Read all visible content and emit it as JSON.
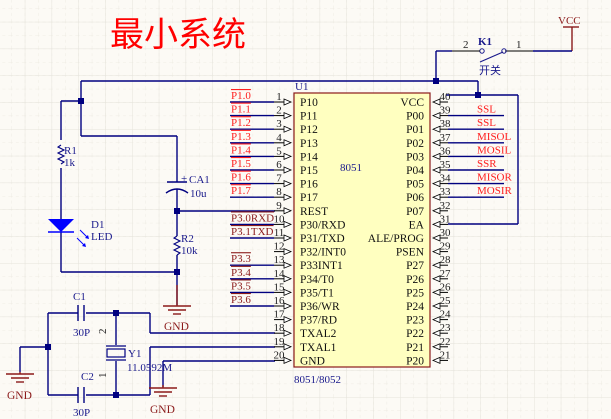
{
  "title": "最小系统",
  "colors": {
    "background": "#fcfaf5",
    "grid": "#e6e4dc",
    "wire": "#000080",
    "net_label": "#ff2020",
    "net_label_dark": "#8b1a1a",
    "chip_fill": "#ffffc0",
    "chip_border": "#8b1a1a",
    "title": "#ff0000"
  },
  "power": {
    "vcc_label": "VCC",
    "gnd_label": "GND"
  },
  "switch": {
    "designator": "K1",
    "name": "开关",
    "pin_left": "2",
    "pin_right": "1"
  },
  "chip": {
    "designator": "U1",
    "center_label": "8051",
    "part_name": "8051/8052",
    "left_pins": [
      {
        "num": "1",
        "name": "P10",
        "net": "P1.0"
      },
      {
        "num": "2",
        "name": "P11",
        "net": "P1.1"
      },
      {
        "num": "3",
        "name": "P12",
        "net": "P1.2"
      },
      {
        "num": "4",
        "name": "P13",
        "net": "P1.3"
      },
      {
        "num": "5",
        "name": "P14",
        "net": "P1.4"
      },
      {
        "num": "6",
        "name": "P15",
        "net": "P1.5"
      },
      {
        "num": "7",
        "name": "P16",
        "net": "P1.6"
      },
      {
        "num": "8",
        "name": "P17",
        "net": "P1.7"
      },
      {
        "num": "9",
        "name": "REST",
        "net": ""
      },
      {
        "num": "10",
        "name": "P30/RXD",
        "net": "P3.0RXD"
      },
      {
        "num": "11",
        "name": "P31/TXD",
        "net": "P3.1TXD"
      },
      {
        "num": "12",
        "name": "P32/INT0",
        "net": ""
      },
      {
        "num": "13",
        "name": "P33INT1",
        "net": "P3.3"
      },
      {
        "num": "14",
        "name": "P34/T0",
        "net": "P3.4"
      },
      {
        "num": "15",
        "name": "P35/T1",
        "net": "P3.5"
      },
      {
        "num": "16",
        "name": "P36/WR",
        "net": "P3.6"
      },
      {
        "num": "17",
        "name": "P37/RD",
        "net": ""
      },
      {
        "num": "18",
        "name": "TXAL2",
        "net": ""
      },
      {
        "num": "19",
        "name": "TXAL1",
        "net": ""
      },
      {
        "num": "20",
        "name": "GND",
        "net": ""
      }
    ],
    "right_pins": [
      {
        "num": "40",
        "name": "VCC",
        "net": ""
      },
      {
        "num": "39",
        "name": "P00",
        "net": "SSL"
      },
      {
        "num": "38",
        "name": "P01",
        "net": "SSL"
      },
      {
        "num": "37",
        "name": "P02",
        "net": "MISOL"
      },
      {
        "num": "36",
        "name": "P03",
        "net": "MOSIL"
      },
      {
        "num": "35",
        "name": "P04",
        "net": "SSR"
      },
      {
        "num": "34",
        "name": "P05",
        "net": "MISOR"
      },
      {
        "num": "33",
        "name": "P06",
        "net": "MOSIR"
      },
      {
        "num": "32",
        "name": "P07",
        "net": ""
      },
      {
        "num": "31",
        "name": "EA",
        "net": ""
      },
      {
        "num": "30",
        "name": "ALE/PROG",
        "net": ""
      },
      {
        "num": "29",
        "name": "PSEN",
        "net": ""
      },
      {
        "num": "28",
        "name": "P27",
        "net": ""
      },
      {
        "num": "27",
        "name": "P26",
        "net": ""
      },
      {
        "num": "26",
        "name": "P25",
        "net": ""
      },
      {
        "num": "25",
        "name": "P24",
        "net": ""
      },
      {
        "num": "24",
        "name": "P23",
        "net": ""
      },
      {
        "num": "23",
        "name": "P22",
        "net": ""
      },
      {
        "num": "22",
        "name": "P21",
        "net": ""
      },
      {
        "num": "21",
        "name": "P20",
        "net": ""
      }
    ]
  },
  "components": {
    "r1": {
      "designator": "R1",
      "value": "1k"
    },
    "r2": {
      "designator": "R2",
      "value": "10k"
    },
    "ca1": {
      "designator": "CA1",
      "value": "10u",
      "polarity": "+"
    },
    "d1": {
      "designator": "D1",
      "value": "LED"
    },
    "c1": {
      "designator": "C1",
      "value": "30P"
    },
    "c2": {
      "designator": "C2",
      "value": "30P"
    },
    "y1": {
      "designator": "Y1",
      "value": "11.0592M",
      "pin_top": "2",
      "pin_bottom": "1"
    }
  }
}
